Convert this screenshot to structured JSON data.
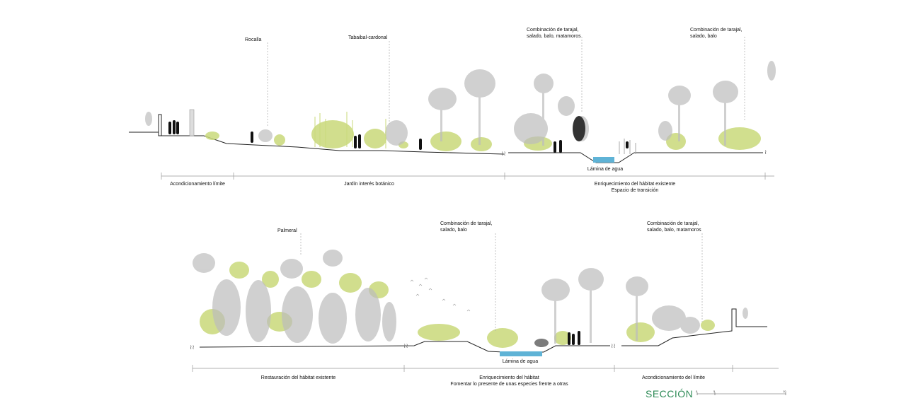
{
  "section1": {
    "plant_labels": [
      {
        "text": "Rocalla"
      },
      {
        "text": "Tabaibal-cardonal"
      },
      {
        "text": "Combinación de tarajal,\nsalado, balo, matamoros"
      },
      {
        "text": "Combinación de tarajal,\nsalado, balo"
      }
    ],
    "water_label": "Lámina de agua",
    "zones": [
      {
        "text": "Acondicionamiento límite"
      },
      {
        "text": "Jardín interés botánico"
      },
      {
        "text": "Enriquecimiento del hábitat existente\nEspacio de transición"
      }
    ]
  },
  "section2": {
    "plant_labels": [
      {
        "text": "Palmeral"
      },
      {
        "text": "Combinación de tarajal,\nsalado, balo"
      },
      {
        "text": "Combinación de tarajal,\nsalado, balo, matamoros"
      }
    ],
    "water_label": "Lámina de agua",
    "zones": [
      {
        "text": "Restauración del hábitat existente"
      },
      {
        "text": "Enriquecimiento del hábitat\nFomentar lo presente de unas especies frente a otras"
      },
      {
        "text": "Acondicionamiento del límite"
      }
    ]
  },
  "title": "SECCIÓN",
  "scale": {
    "ticks": [
      "0",
      "5",
      "10"
    ]
  },
  "colors": {
    "vegetation_green": "#c9d97a",
    "vegetation_grey": "#b8b8b8",
    "water": "#5fb3d6",
    "title": "#2e8b57"
  }
}
